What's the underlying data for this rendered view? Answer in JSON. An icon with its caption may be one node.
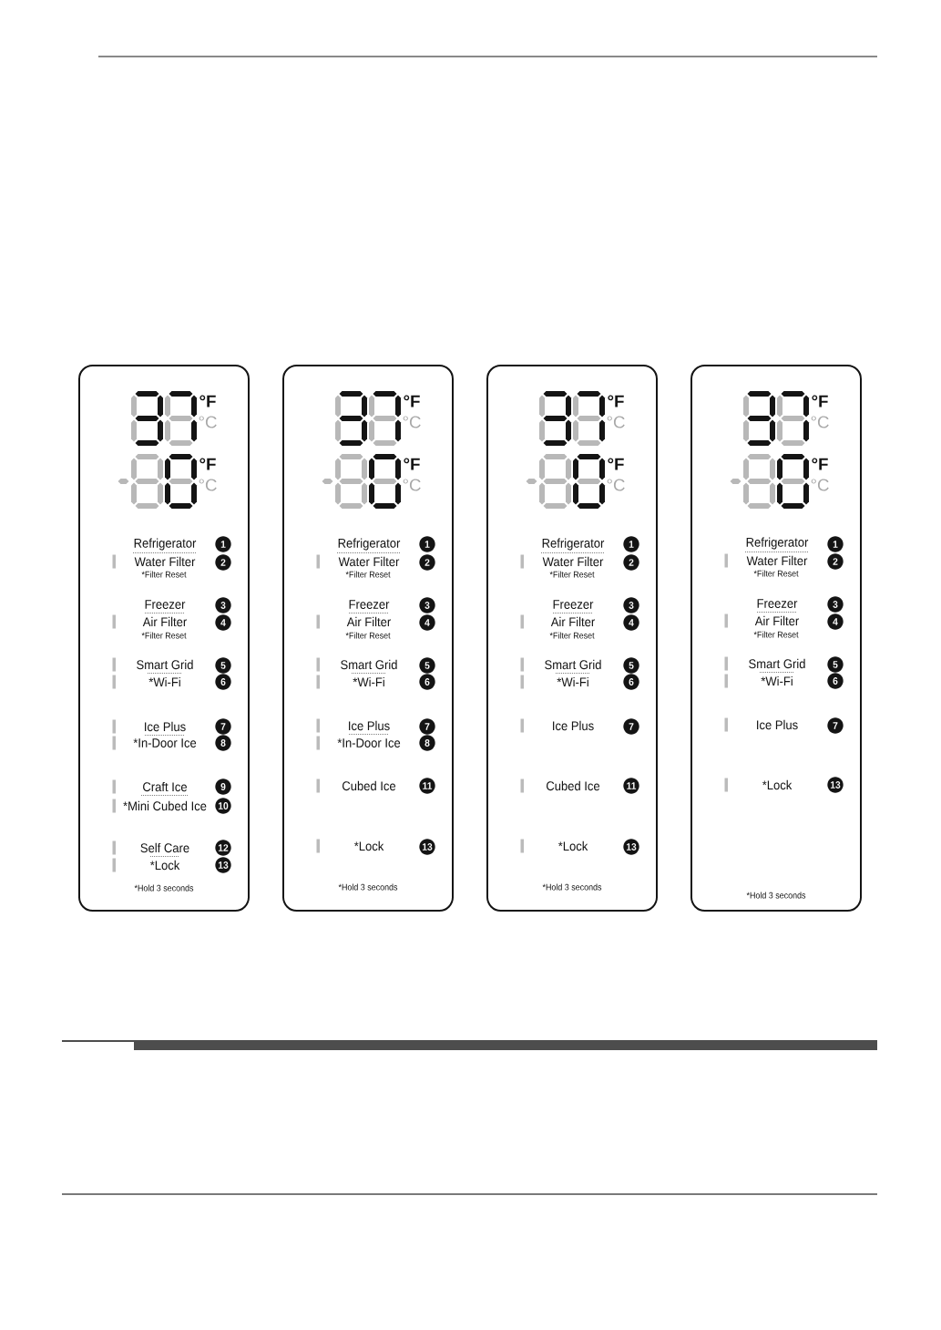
{
  "diagram": {
    "nodes": [
      {
        "text": [
          "°F",
          "°C",
          "°F",
          "°C",
          "Refrigerator",
          "Water Filter",
          "*Filter Reset",
          "Freezer",
          "Air Filter",
          "*Filter Reset",
          "Smart Grid",
          "*Wi-Fi",
          "Ice Plus",
          "*In-Door Ice",
          "Craft Ice",
          "*Mini Cubed Ice",
          "Self Care",
          "*Lock",
          "*Hold 3 seconds"
        ]
      },
      {
        "text": [
          "1"
        ],
        "in": 0
      },
      {
        "text": [
          "2"
        ],
        "in": 0
      },
      {
        "text": [
          "3"
        ],
        "in": 0
      },
      {
        "text": [
          "4"
        ],
        "in": 0
      },
      {
        "text": [
          "5"
        ],
        "in": 0
      },
      {
        "text": [
          "6"
        ],
        "in": 0
      },
      {
        "text": [
          "7"
        ],
        "in": 0
      },
      {
        "text": [
          "8"
        ],
        "in": 0
      },
      {
        "text": [
          "9"
        ],
        "in": 0
      },
      {
        "text": [
          "10"
        ],
        "in": 0
      },
      {
        "text": [
          "12"
        ],
        "in": 0
      },
      {
        "text": [
          "13"
        ],
        "in": 0
      },
      {
        "text": [
          "°F",
          "°C",
          "°F",
          "°C",
          "Refrigerator",
          "Water Filter",
          "*Filter Reset",
          "Freezer",
          "Air Filter",
          "*Filter Reset",
          "Smart Grid",
          "*Wi-Fi",
          "Ice Plus",
          "*In-Door Ice",
          "Cubed Ice",
          "*Lock",
          "*Hold 3 seconds"
        ]
      },
      {
        "text": [
          "1"
        ],
        "in": 13
      },
      {
        "text": [
          "2"
        ],
        "in": 13
      },
      {
        "text": [
          "3"
        ],
        "in": 13
      },
      {
        "text": [
          "4"
        ],
        "in": 13
      },
      {
        "text": [
          "5"
        ],
        "in": 13
      },
      {
        "text": [
          "6"
        ],
        "in": 13
      },
      {
        "text": [
          "7"
        ],
        "in": 13
      },
      {
        "text": [
          "8"
        ],
        "in": 13
      },
      {
        "text": [
          "11"
        ],
        "in": 13
      },
      {
        "text": [
          "13"
        ],
        "in": 13
      },
      {
        "text": [
          "°F",
          "°C",
          "°F",
          "°C",
          "Refrigerator",
          "Water Filter",
          "*Filter Reset",
          "Freezer",
          "Air Filter",
          "*Filter Reset",
          "Smart Grid",
          "*Wi-Fi",
          "Ice Plus",
          "Cubed Ice",
          "*Lock",
          "*Hold 3 seconds"
        ]
      },
      {
        "text": [
          "1"
        ],
        "in": 24
      },
      {
        "text": [
          "2"
        ],
        "in": 24
      },
      {
        "text": [
          "3"
        ],
        "in": 24
      },
      {
        "text": [
          "4"
        ],
        "in": 24
      },
      {
        "text": [
          "5"
        ],
        "in": 24
      },
      {
        "text": [
          "6"
        ],
        "in": 24
      },
      {
        "text": [
          "7"
        ],
        "in": 24
      },
      {
        "text": [
          "11"
        ],
        "in": 24
      },
      {
        "text": [
          "13"
        ],
        "in": 24
      },
      {
        "text": [
          "°F",
          "°C",
          "°F",
          "°C",
          "Refrigerator",
          "Water Filter",
          "*Filter Reset",
          "Freezer",
          "Air Filter",
          "*Filter Reset",
          "Smart Grid",
          "*Wi-Fi",
          "Ice Plus",
          "*Lock",
          "*Hold 3 seconds"
        ]
      },
      {
        "text": [
          "1"
        ],
        "in": 34
      },
      {
        "text": [
          "2"
        ],
        "in": 34
      },
      {
        "text": [
          "3"
        ],
        "in": 34
      },
      {
        "text": [
          "4"
        ],
        "in": 34
      },
      {
        "text": [
          "5"
        ],
        "in": 34
      },
      {
        "text": [
          "6"
        ],
        "in": 34
      },
      {
        "text": [
          "7"
        ],
        "in": 34
      },
      {
        "text": [
          "13"
        ],
        "in": 34
      }
    ]
  }
}
